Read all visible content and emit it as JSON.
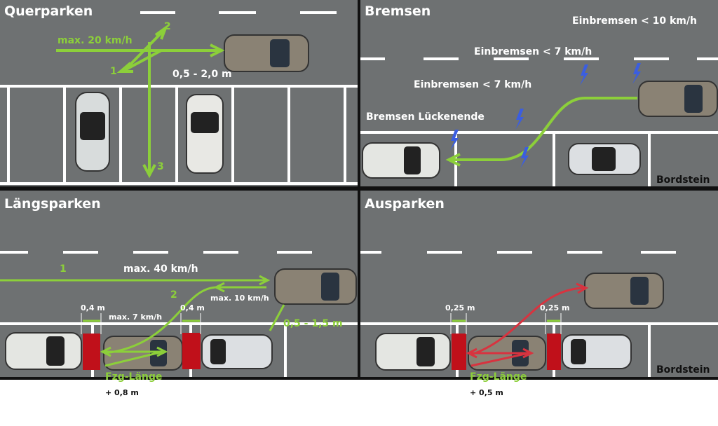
{
  "panels": {
    "querparken": {
      "title": "Querparken",
      "speed": "max. 20 km/h",
      "step1": "1",
      "step2": "2",
      "step3": "3",
      "distance": "0,5 - 2,0 m"
    },
    "bremsen": {
      "title": "Bremsen",
      "brake1": "Einbremsen < 10 km/h",
      "brake2": "Einbremsen < 7 km/h",
      "brake3": "Einbremsen < 7 km/h",
      "gap_end": "Bremsen Lückenende",
      "curb": "Bordstein"
    },
    "laengsparken": {
      "title": "Längsparken",
      "step1": "1",
      "step2": "2",
      "speed1": "max. 40 km/h",
      "speed2": "max. 10 km/h",
      "speed3": "max. 7 km/h",
      "gap_left": "0,4 m",
      "gap_right": "0,4 m",
      "distance": "0,5 - 1,5 m",
      "length_label": "Fzg-Länge",
      "length_extra": "+ 0,8 m"
    },
    "ausparken": {
      "title": "Ausparken",
      "gap_left": "0,25 m",
      "gap_right": "0,25 m",
      "curb": "Bordstein",
      "length_label": "Fzg-Länge",
      "length_extra": "+ 0,5 m"
    }
  },
  "colors": {
    "road": "#6e7172",
    "green": "#8ccf3a",
    "red": "#d8333f",
    "block": "#c0101a",
    "brake_icon": "#3b5ee0"
  }
}
